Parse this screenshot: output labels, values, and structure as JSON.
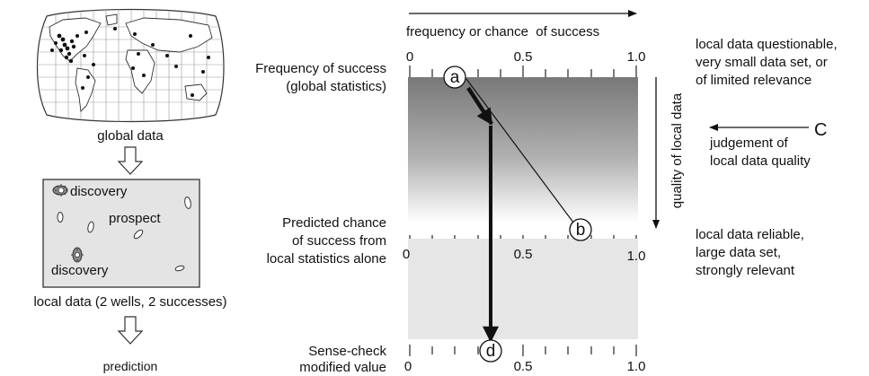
{
  "left_panel": {
    "global_caption": "global data",
    "local_caption": "local data (2 wells, 2 successes)",
    "prediction_caption": "prediction",
    "map_labels": {
      "discovery_top": "discovery",
      "prospect": "prospect",
      "discovery_bottom": "discovery"
    }
  },
  "top_axis_label": "frequency or chance  of success",
  "row_labels": {
    "global_line1": "Frequency of success",
    "global_line2": "(global statistics)",
    "local_line1": "Predicted chance",
    "local_line2": "of success from",
    "local_line3": "local statistics alone",
    "check_line1": "Sense-check",
    "check_line2": "modified value"
  },
  "scales": {
    "top": [
      "0",
      "0.5",
      "1.0"
    ],
    "middle": [
      "0",
      "0.5",
      "1.0"
    ],
    "bottom": [
      "0",
      "0.5",
      "1.0"
    ]
  },
  "points": {
    "a": "a",
    "b": "b",
    "c": "C",
    "d": "d"
  },
  "quality_axis_label": "quality of local data",
  "right_notes": {
    "questionable_1": "local data questionable,",
    "questionable_2": "very small data set, or",
    "questionable_3": "of limited relevance",
    "judgement_1": "judgement of",
    "judgement_2": "local data quality",
    "reliable_1": "local data reliable,",
    "reliable_2": "large data set,",
    "reliable_3": "strongly relevant"
  },
  "colors": {
    "gradient_top": "#7a7a7a",
    "gradient_bottom": "#ffffff",
    "lower_band": "#e6e6e6",
    "map_fill": "#e4e4e4"
  }
}
